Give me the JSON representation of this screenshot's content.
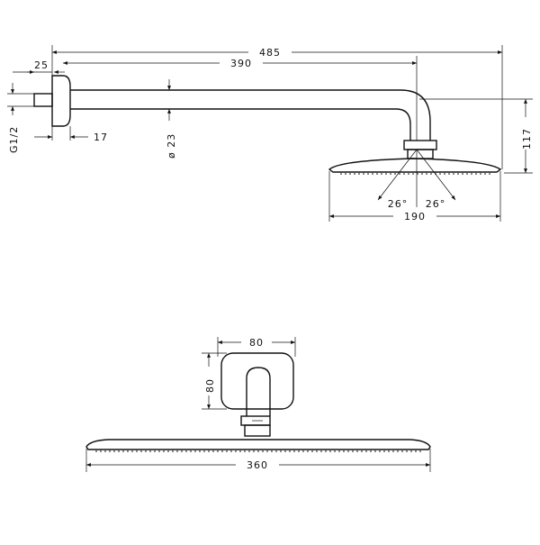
{
  "side_view": {
    "dim_total_length": "485",
    "dim_arm_length": "390",
    "dim_wall_plate": "25",
    "dim_thread": "G1/2",
    "dim_plate_depth": "17",
    "dim_pipe_diameter": "ø 23",
    "dim_height": "117",
    "dim_angle_left": "26°",
    "dim_angle_right": "26°",
    "dim_head_width": "190"
  },
  "front_view": {
    "dim_plate_width": "80",
    "dim_plate_height": "80",
    "dim_head_length": "360"
  }
}
